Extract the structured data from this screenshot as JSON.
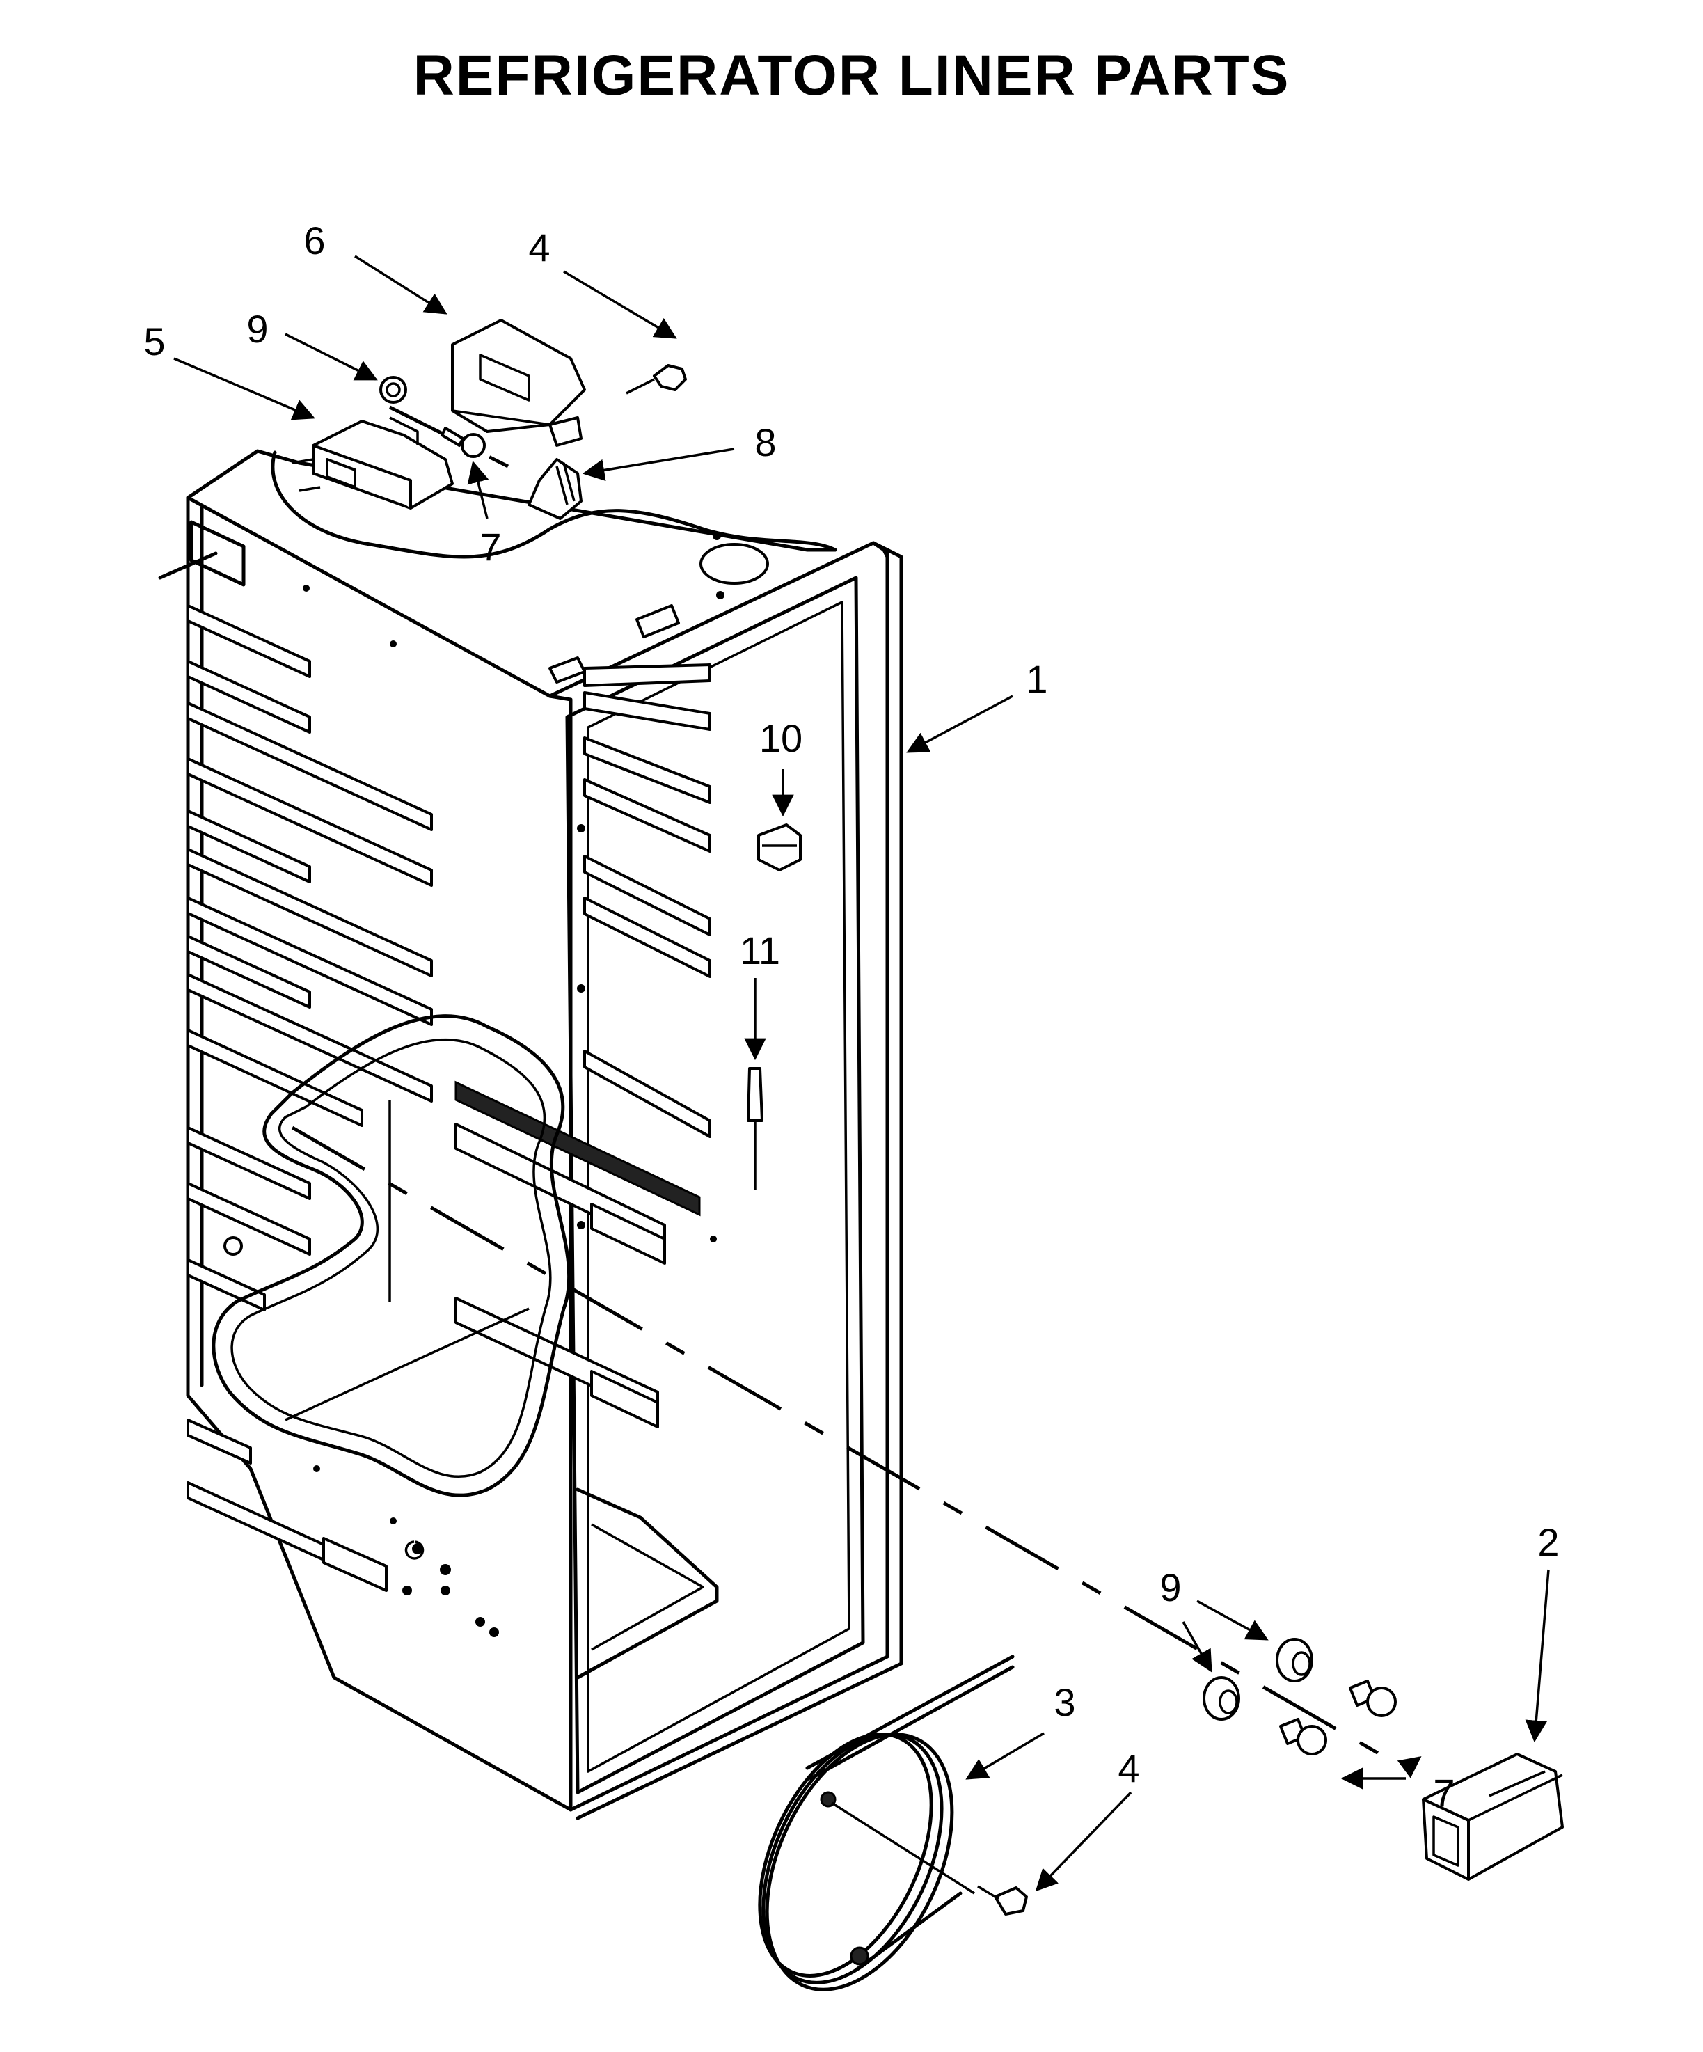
{
  "page": {
    "title": "REFRIGERATOR LINER PARTS"
  },
  "callouts": [
    {
      "id": "c6",
      "label": "6"
    },
    {
      "id": "c4a",
      "label": "4"
    },
    {
      "id": "c5",
      "label": "5"
    },
    {
      "id": "c9a",
      "label": "9"
    },
    {
      "id": "c8",
      "label": "8"
    },
    {
      "id": "c7a",
      "label": "7"
    },
    {
      "id": "c1",
      "label": "1"
    },
    {
      "id": "c10",
      "label": "10"
    },
    {
      "id": "c11",
      "label": "11"
    },
    {
      "id": "c2",
      "label": "2"
    },
    {
      "id": "c9b",
      "label": "9"
    },
    {
      "id": "c3",
      "label": "3"
    },
    {
      "id": "c4b",
      "label": "4"
    },
    {
      "id": "c7b",
      "label": "7"
    }
  ]
}
